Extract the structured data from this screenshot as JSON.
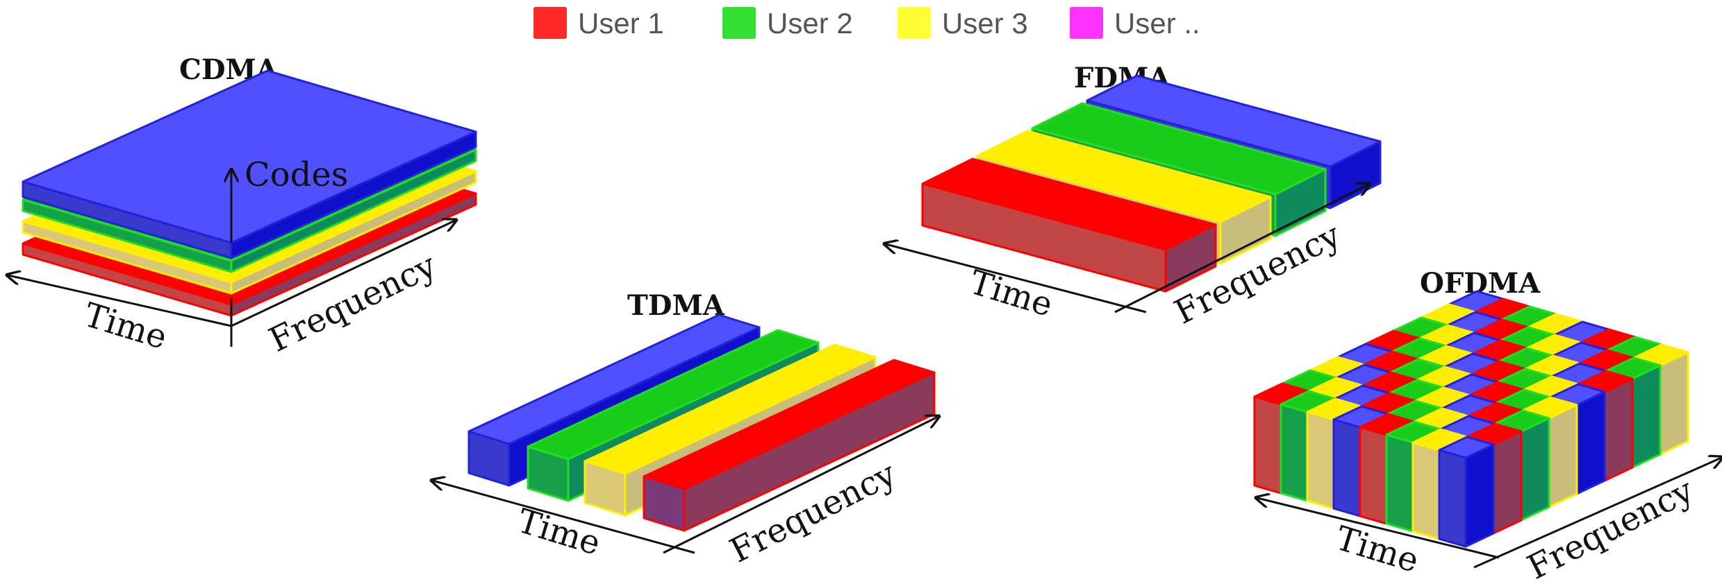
{
  "legend": [
    {
      "label": "User 1",
      "color": "#ff2b2b"
    },
    {
      "label": "User 2",
      "color": "#33e033"
    },
    {
      "label": "User 3",
      "color": "#ffff33"
    },
    {
      "label": "User ..",
      "color": "#ff33ff"
    }
  ],
  "colors": {
    "red": "#ff0000",
    "green": "#19cc19",
    "yellow": "#ffee00",
    "blue": "#3333ee",
    "blue_top": "#5050ff"
  },
  "panels": {
    "cdma": {
      "title": "CDMA",
      "codes_label": "Codes",
      "time_label": "Time",
      "freq_label": "Frequency"
    },
    "tdma": {
      "title": "TDMA",
      "time_label": "Time",
      "freq_label": "Frequency"
    },
    "fdma": {
      "title": "FDMA",
      "time_label": "Time",
      "freq_label": "Frequency"
    },
    "ofdma": {
      "title": "OFDMA",
      "time_label": "Time",
      "freq_label": "Frequency"
    }
  }
}
